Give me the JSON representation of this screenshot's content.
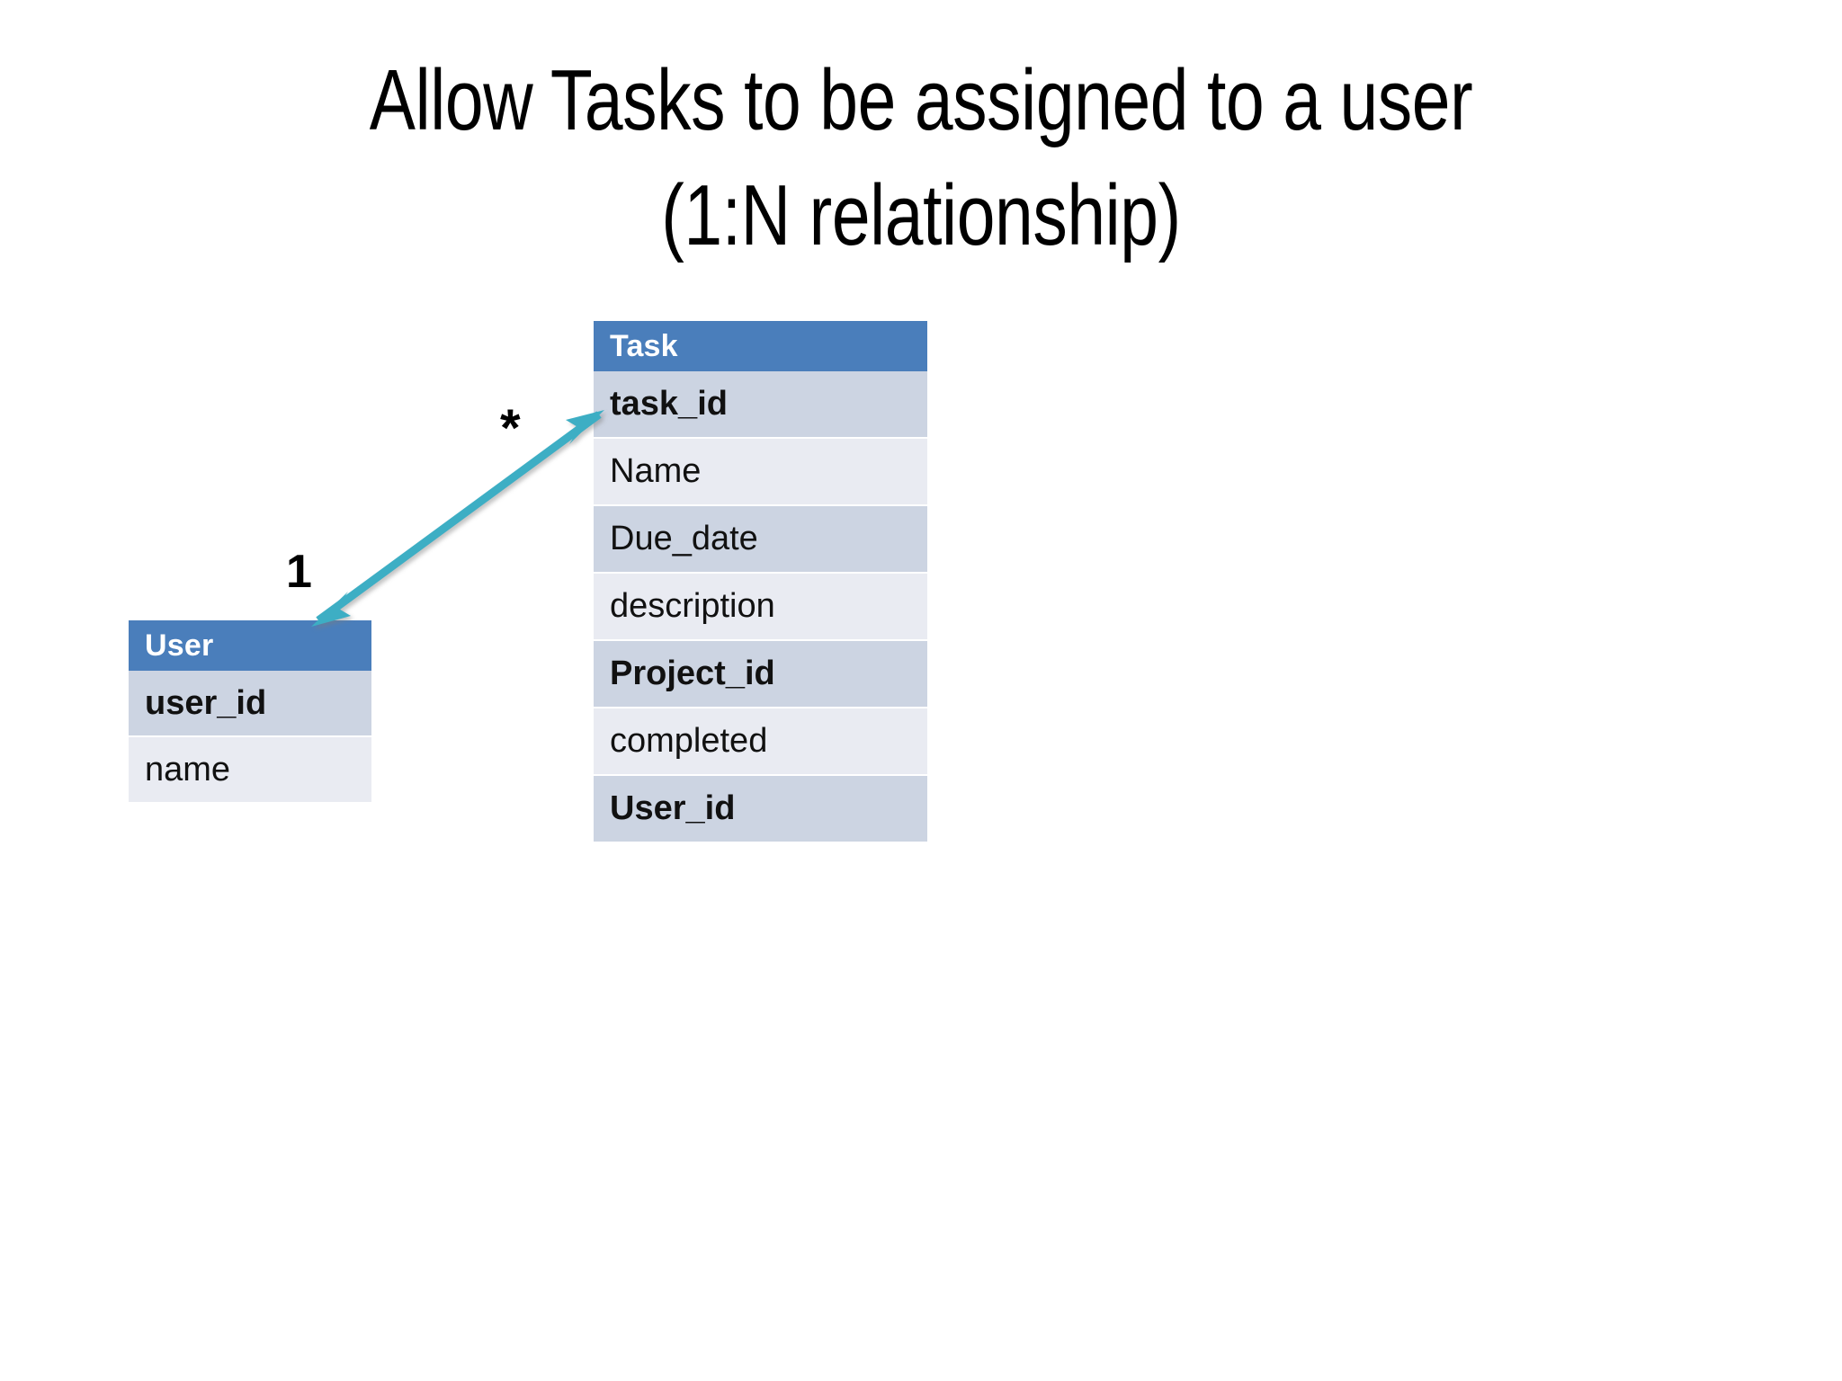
{
  "slide": {
    "title_lines": [
      "Allow Tasks to be assigned to a user",
      "(1:N relationship)"
    ]
  },
  "colors": {
    "header_blue": "#4a7ebb",
    "row_shade_dark": "#ccd4e2",
    "row_shade_light": "#e9ebf2",
    "arrow_teal": "#3daec4",
    "text_black": "#111111",
    "header_text": "#ffffff",
    "background": "#ffffff"
  },
  "entities": {
    "task": {
      "name": "Task",
      "attributes": [
        {
          "label": "task_id",
          "key": true,
          "shade": "dark"
        },
        {
          "label": "Name",
          "key": false,
          "shade": "light"
        },
        {
          "label": "Due_date",
          "key": false,
          "shade": "dark"
        },
        {
          "label": "description",
          "key": false,
          "shade": "light"
        },
        {
          "label": "Project_id",
          "key": true,
          "shade": "dark"
        },
        {
          "label": "completed",
          "key": false,
          "shade": "light"
        },
        {
          "label": "User_id",
          "key": true,
          "shade": "dark"
        }
      ]
    },
    "user": {
      "name": "User",
      "attributes": [
        {
          "label": "user_id",
          "key": true,
          "shade": "dark"
        },
        {
          "label": "name",
          "key": false,
          "shade": "light"
        }
      ]
    }
  },
  "relationship": {
    "from_entity": "User",
    "to_entity": "Task",
    "cardinality_one": "1",
    "cardinality_many": "*",
    "notation": "1:N",
    "arrow_style": "double-headed"
  }
}
